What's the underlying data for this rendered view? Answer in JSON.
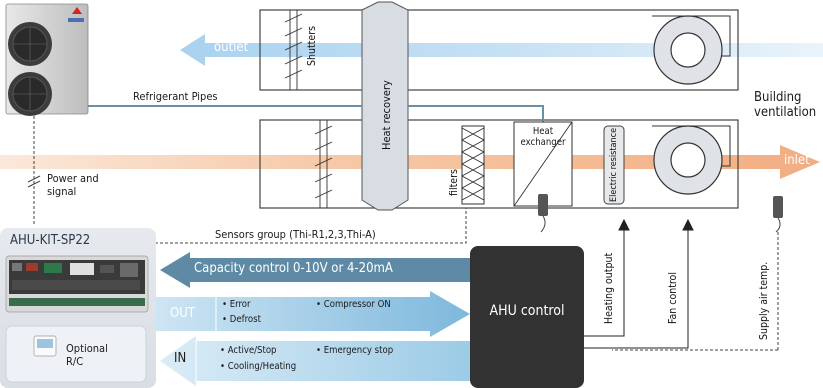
{
  "top_arrow": {
    "label": "outlet"
  },
  "bottom_arrow": {
    "label": "inlet"
  },
  "components": {
    "shutters": "Shutters",
    "heat_recovery": "Heat recovery",
    "filters": "filters",
    "heat_exchanger": [
      "Heat",
      "exchanger"
    ],
    "electric_resistance": "Electric resistance"
  },
  "labels": {
    "refrigerant_pipes": "Refrigerant Pipes",
    "building_ventilation": [
      "Building",
      "ventilation"
    ],
    "power_signal": [
      "Power and",
      "signal"
    ],
    "sensors_group": "Sensors group (Thi-R1,2,3,Thi-A)",
    "heating_output": "Heating output",
    "fan_control": "Fan control",
    "supply_air_temp": "Supply air temp."
  },
  "kit": {
    "title": "AHU-KIT-SP22",
    "optional": [
      "Optional",
      "R/C"
    ]
  },
  "capacity_control": "Capacity control 0-10V or 4-20mA",
  "out_arrow": {
    "tag": "OUT",
    "items": [
      "• Error",
      "• Defrost",
      "• Compressor ON"
    ]
  },
  "in_arrow": {
    "tag": "IN",
    "items": [
      "• Active/Stop",
      "• Cooling/Heating",
      "• Emergency stop"
    ]
  },
  "ahu_control": "AHU control",
  "colors": {
    "blue_arrow": "#aed3ee",
    "orange_arrow": "#f4bf9c",
    "panel": "#e2e6ec",
    "dark_box": "#323232",
    "capacity_arrow": "#5e8aa6"
  }
}
